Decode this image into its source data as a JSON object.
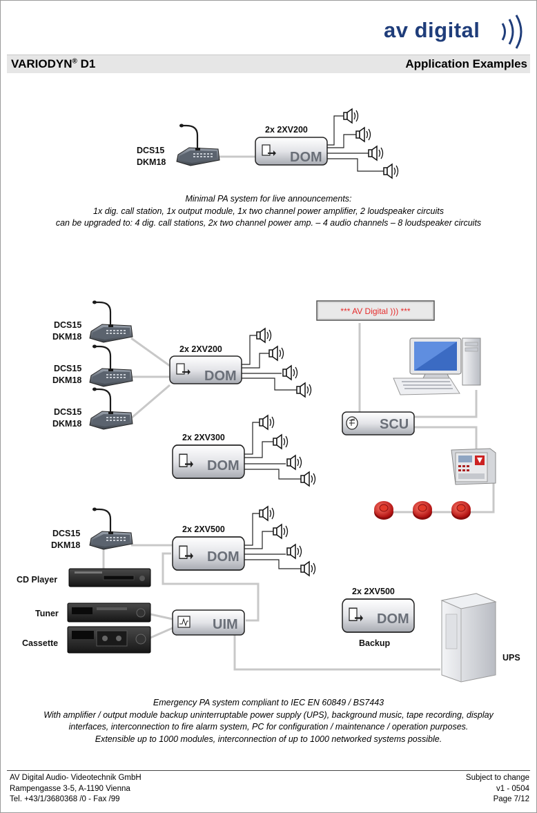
{
  "header": {
    "brand": "av digital",
    "title": "VARIODYN",
    "title_sup": "®",
    "title_suffix": " D1",
    "section": "Application Examples"
  },
  "example1": {
    "station": "DCS15",
    "station2": "DKM18",
    "amp_label": "2x 2XV200",
    "module": "DOM",
    "caption": [
      "Minimal PA system for live announcements:",
      "1x dig. call station, 1x output module, 1x two channel power amplifier, 2 loudspeaker circuits",
      "can be upgraded to: 4 dig. call stations, 2x two channel power amp. – 4 audio channels – 8 loudspeaker circuits"
    ]
  },
  "example2": {
    "display_text": "*** AV Digital ))) ***",
    "stations": [
      {
        "line1": "DCS15",
        "line2": "DKM18"
      },
      {
        "line1": "DCS15",
        "line2": "DKM18"
      },
      {
        "line1": "DCS15",
        "line2": "DKM18"
      },
      {
        "line1": "DCS15",
        "line2": "DKM18"
      }
    ],
    "amp1": "2x 2XV200",
    "amp2": "2x 2XV300",
    "amp3": "2x 2XV500",
    "amp4": "2x 2XV500",
    "module": "DOM",
    "scu": "SCU",
    "uim": "UIM",
    "cd_player": "CD Player",
    "tuner": "Tuner",
    "cassette": "Cassette",
    "backup": "Backup",
    "ups": "UPS",
    "caption": [
      "Emergency PA system compliant to IEC EN 60849 / BS7443",
      "With amplifier / output module backup uninterruptable power supply (UPS), background music, tape recording, display",
      "interfaces, interconnection to fire alarm system, PC for configuration / maintenance / operation purposes.",
      "Extensible up to 1000 modules, interconnection of up to 1000 networked systems possible."
    ]
  },
  "footer": {
    "company": "AV Digital Audio- Videotechnik GmbH",
    "address": "Rampengasse 3-5, A-1190 Vienna",
    "phone": "Tel. +43/1/3680368 /0 - Fax /99",
    "subject": "Subject to change",
    "version": "v1 - 0504",
    "page": "Page 7/12"
  },
  "colors": {
    "brand_blue": "#1f3d7a",
    "header_bar": "#e6e6e6",
    "cable": "#c8c8c8",
    "display_red": "#e52b2b",
    "alarm_red": "#d81e1e"
  }
}
